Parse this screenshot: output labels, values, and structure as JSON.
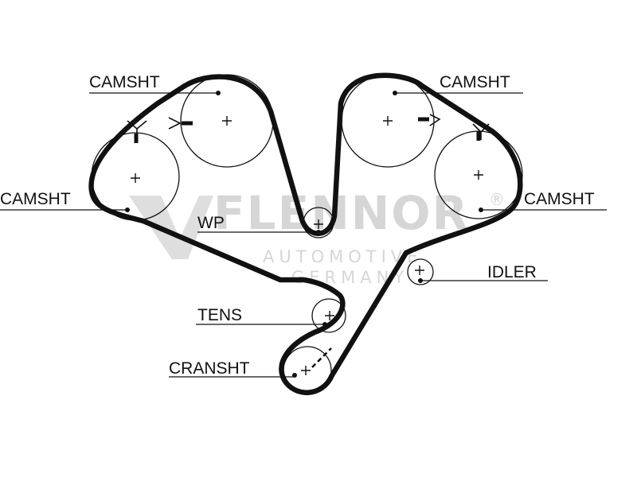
{
  "labels": {
    "camsht_top_left": "CAMSHT",
    "camsht_top_right": "CAMSHT",
    "camsht_left": "CAMSHT",
    "camsht_right": "CAMSHT",
    "wp": "WP",
    "idler": "IDLER",
    "tens": "TENS",
    "cransht": "CRANSHT"
  },
  "watermark": {
    "brand": "FLENNOR",
    "line1": "AUTOMOTIVE",
    "line2": "GERMANY",
    "mark": "®"
  },
  "colors": {
    "ink": "#111111",
    "watermark": "#d6d6d6"
  }
}
